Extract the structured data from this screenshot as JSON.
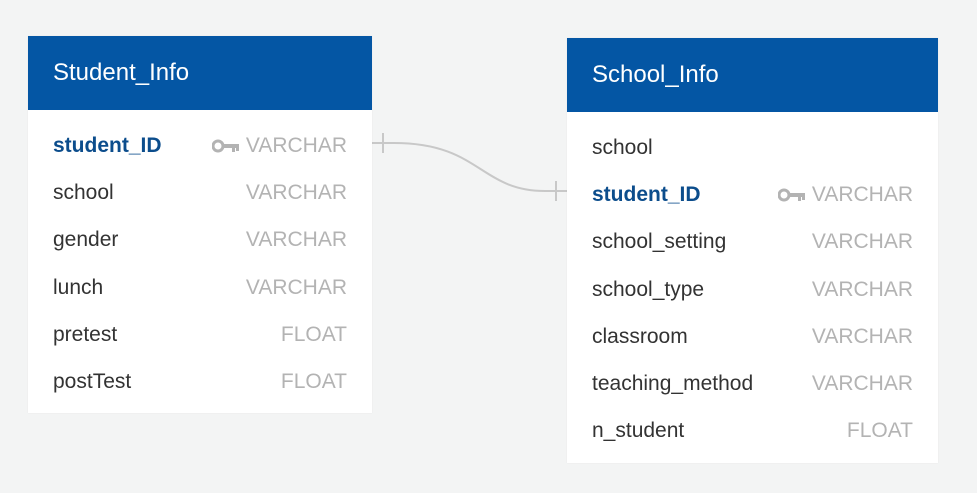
{
  "colors": {
    "background": "#f3f4f4",
    "header": "#0456a4",
    "primary_key_text": "#0c4d8c",
    "type_text": "#b3b3b3",
    "connector": "#c8c8c8"
  },
  "tables": [
    {
      "name": "Student_Info",
      "columns": [
        {
          "name": "student_ID",
          "type": "VARCHAR",
          "primary_key": true
        },
        {
          "name": "school",
          "type": "VARCHAR",
          "primary_key": false
        },
        {
          "name": "gender",
          "type": "VARCHAR",
          "primary_key": false
        },
        {
          "name": "lunch",
          "type": "VARCHAR",
          "primary_key": false
        },
        {
          "name": "pretest",
          "type": "FLOAT",
          "primary_key": false
        },
        {
          "name": "postTest",
          "type": "FLOAT",
          "primary_key": false
        }
      ]
    },
    {
      "name": "School_Info",
      "columns": [
        {
          "name": "school",
          "type": "",
          "primary_key": false
        },
        {
          "name": "student_ID",
          "type": "VARCHAR",
          "primary_key": true
        },
        {
          "name": "school_setting",
          "type": "VARCHAR",
          "primary_key": false
        },
        {
          "name": "school_type",
          "type": "VARCHAR",
          "primary_key": false
        },
        {
          "name": "classroom",
          "type": "VARCHAR",
          "primary_key": false
        },
        {
          "name": "teaching_method",
          "type": "VARCHAR",
          "primary_key": false
        },
        {
          "name": "n_student",
          "type": "FLOAT",
          "primary_key": false
        }
      ]
    }
  ],
  "relationship": {
    "from_table": "Student_Info",
    "from_column": "student_ID",
    "to_table": "School_Info",
    "to_column": "student_ID",
    "icon": "key-icon"
  }
}
